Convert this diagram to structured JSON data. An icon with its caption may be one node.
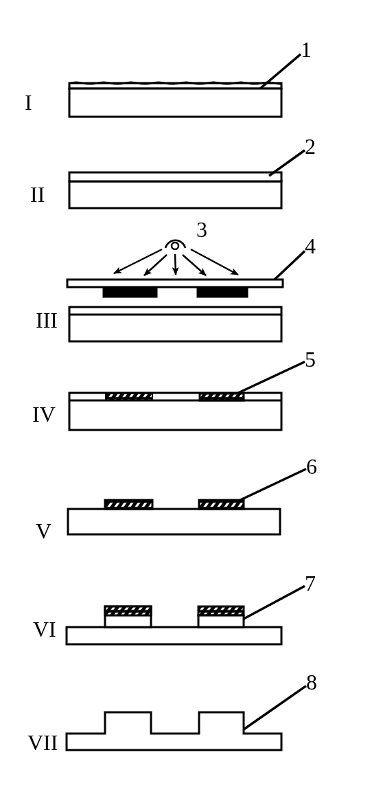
{
  "diagram": {
    "nodes": [
      {
        "text": [
          "1"
        ]
      },
      {
        "text": [
          "2"
        ]
      },
      {
        "text": [
          "4"
        ]
      },
      {
        "text": [
          "5"
        ]
      },
      {
        "text": [
          "6"
        ]
      },
      {
        "text": [
          "7"
        ]
      },
      {
        "text": [
          "8"
        ]
      },
      {
        "text": [],
        "shape": "bar"
      },
      {
        "text": [],
        "shape": "bar"
      },
      {
        "text": [],
        "shape": "bar"
      },
      {
        "text": [],
        "shape": "bar"
      },
      {
        "text": [],
        "shape": "bar"
      },
      {
        "text": [],
        "shape": "bar"
      },
      {
        "text": [],
        "shape": "bar"
      }
    ],
    "edges": [
      {
        "from": 0,
        "to": 7,
        "arrow": "none"
      },
      {
        "from": 1,
        "to": 8,
        "arrow": "none"
      },
      {
        "from": 2,
        "to": 9,
        "arrow": "none"
      },
      {
        "from": 3,
        "to": 10,
        "arrow": "none"
      },
      {
        "from": 4,
        "to": 11,
        "arrow": "none"
      },
      {
        "from": 5,
        "to": 12,
        "arrow": "none"
      },
      {
        "from": 6,
        "to": 13,
        "arrow": "none"
      }
    ],
    "labels": [
      "I",
      "II",
      "3",
      "III",
      "IV",
      "V",
      "VI",
      "VII"
    ]
  }
}
